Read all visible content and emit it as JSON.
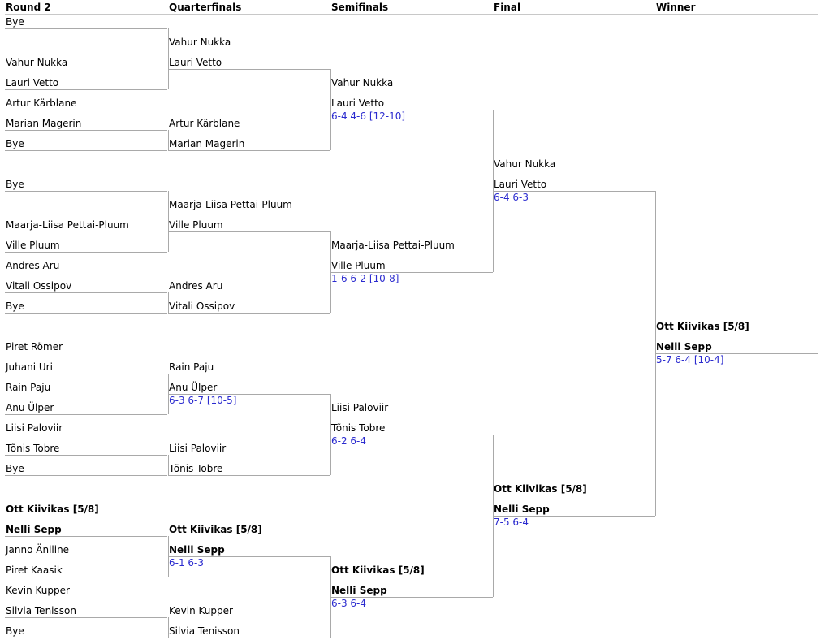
{
  "headers": [
    "Round 2",
    "Quarterfinals",
    "Semifinals",
    "Final",
    "Winner"
  ],
  "rounds": {
    "r2": [
      "Bye",
      "Vahur Nukka / Lauri Vetto",
      "Artur Kärblane / Marian Magerin",
      "Bye",
      "Bye",
      "Maarja-Liisa Pettai-Pluum / Ville Pluum",
      "Andres Aru / Vitali Ossipov",
      "Bye",
      "Piret Römer / Juhani Uri",
      "Rain Paju / Anu Ülper",
      "Liisi Paloviir / Tõnis Tobre",
      "Bye",
      "Ott Kiivikas [5/8] / Nelli Sepp",
      "Janno Äniline / Piret Kaasik",
      "Kevin Kupper / Silvia Tenisson",
      "Bye"
    ],
    "r2_scores": [
      "",
      "",
      "",
      "",
      "",
      "",
      "",
      "",
      "",
      "",
      "",
      "",
      "",
      "",
      "",
      ""
    ],
    "qf": [
      "Vahur Nukka / Lauri Vetto",
      "Artur Kärblane / Marian Magerin",
      "Maarja-Liisa Pettai-Pluum / Ville Pluum",
      "Andres Aru / Vitali Ossipov",
      "Rain Paju / Anu Ülper",
      "Liisi Paloviir / Tõnis Tobre",
      "Ott Kiivikas [5/8] / Nelli Sepp",
      "Kevin Kupper / Silvia Tenisson"
    ],
    "qf_scores": [
      "",
      "",
      "",
      "",
      "6-3 6-7 [10-5]",
      "",
      "6-1 6-3",
      ""
    ],
    "sf": [
      "Vahur Nukka / Lauri Vetto",
      "Maarja-Liisa Pettai-Pluum / Ville Pluum",
      "Liisi Paloviir / Tõnis Tobre",
      "Ott Kiivikas [5/8] / Nelli Sepp"
    ],
    "sf_scores": [
      "6-4 4-6 [12-10]",
      "1-6 6-2 [10-8]",
      "6-2 6-4",
      "6-3 6-4"
    ],
    "final": [
      "Vahur Nukka / Lauri Vetto",
      "Ott Kiivikas [5/8] / Nelli Sepp"
    ],
    "final_scores": [
      "6-4 6-3",
      "7-5 6-4"
    ],
    "winner": [
      "Ott Kiivikas [5/8] / Nelli Sepp"
    ],
    "winner_scores": [
      "5-7 6-4 [10-4]"
    ]
  },
  "bold_names": [
    "Ott Kiivikas [5/8]",
    "Nelli Sepp"
  ]
}
